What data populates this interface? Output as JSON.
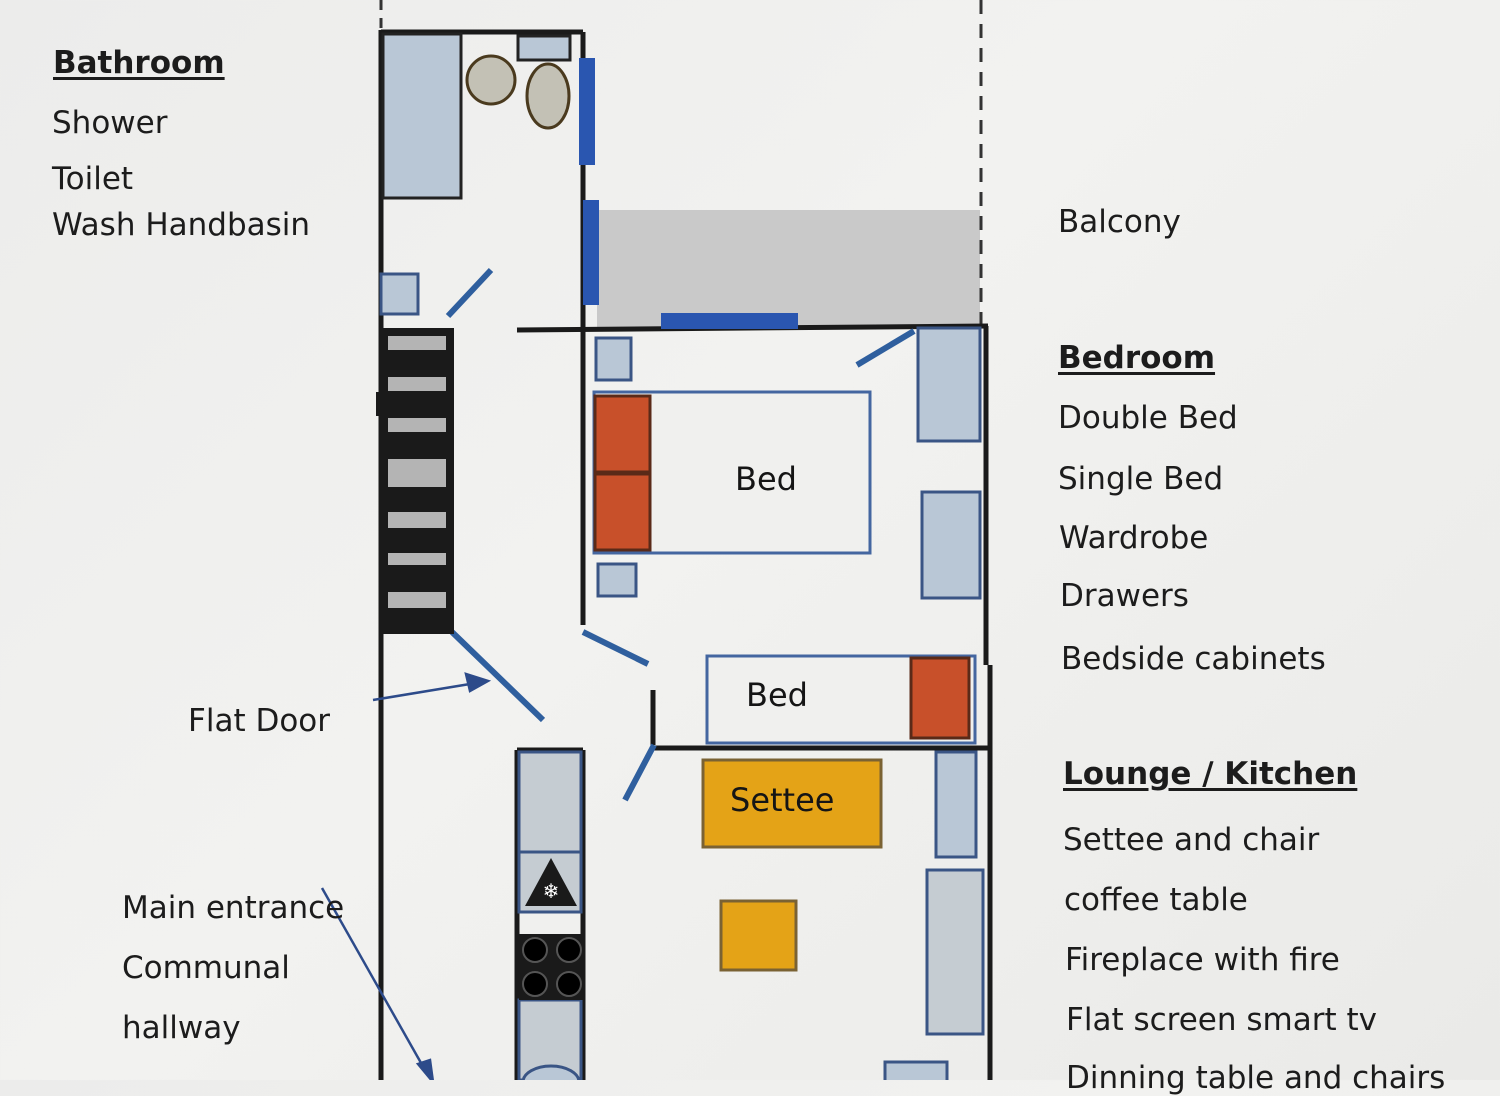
{
  "bathroom": {
    "heading": "Bathroom",
    "items": [
      "Shower",
      "Toilet",
      "Wash Handbasin"
    ]
  },
  "balcony": {
    "label": "Balcony"
  },
  "bedroom": {
    "heading": "Bedroom",
    "items": [
      "Double Bed",
      "Single Bed",
      "Wardrobe",
      "Drawers",
      "Bedside cabinets"
    ]
  },
  "lounge": {
    "heading": "Lounge / Kitchen",
    "items": [
      "Settee and chair",
      "coffee table",
      "Fireplace with fire",
      "Flat screen smart tv",
      "Dinning table and chairs"
    ]
  },
  "left_labels": {
    "flat_door": "Flat Door",
    "main_entrance": "Main entrance",
    "communal": "Communal",
    "hallway": "hallway"
  },
  "plan": {
    "double_bed": "Bed",
    "single_bed": "Bed",
    "settee": "Settee"
  },
  "colors": {
    "wall": "#1a1a1a",
    "door_blue": "#2f5f9e",
    "window_blue": "#2a56b0",
    "fixture_fill": "#b9c7d6",
    "fixture_stroke": "#3a5585",
    "pillow": "#c8502a",
    "settee": "#e4a317",
    "balcony": "#c9c9c9"
  }
}
